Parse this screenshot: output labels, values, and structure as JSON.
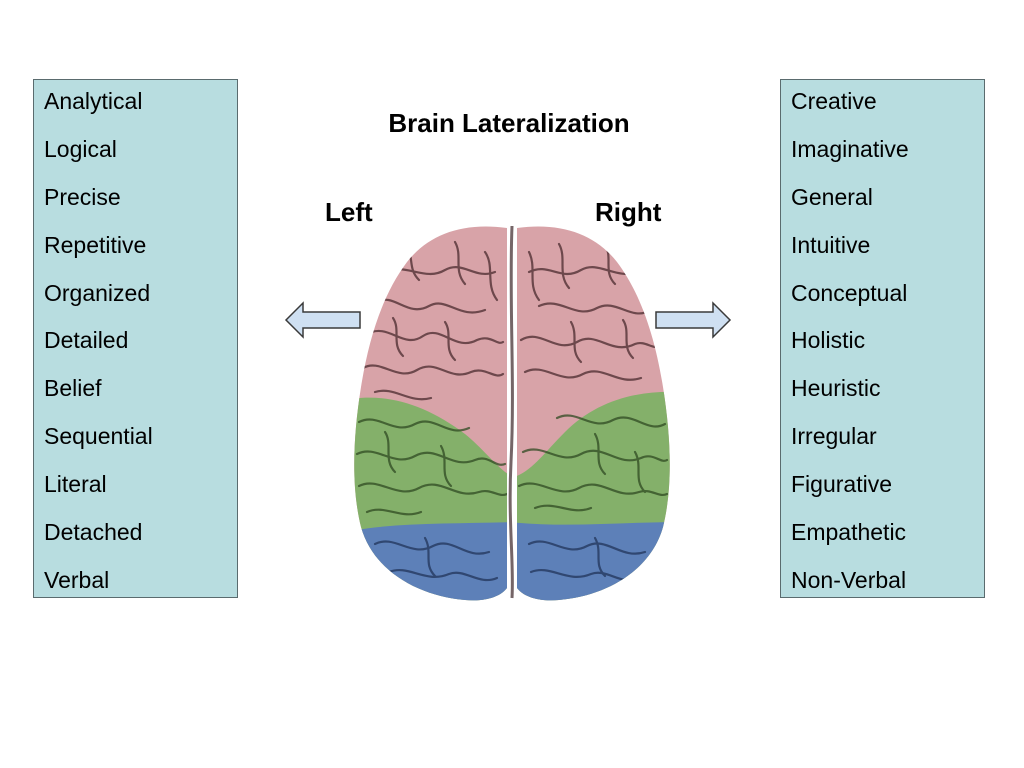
{
  "title": "Brain Lateralization",
  "left": {
    "label": "Left",
    "traits": [
      "Analytical",
      "Logical",
      "Precise",
      "Repetitive",
      "Organized",
      "Detailed",
      "Belief",
      "Sequential",
      "Literal",
      "Detached",
      "Verbal"
    ]
  },
  "right": {
    "label": "Right",
    "traits": [
      "Creative",
      "Imaginative",
      "General",
      "Intuitive",
      "Conceptual",
      "Holistic",
      "Heuristic",
      "Irregular",
      "Figurative",
      "Empathetic",
      "Non-Verbal"
    ]
  },
  "colors": {
    "panel_bg": "#b8dde0",
    "frontal": "#d8a3a8",
    "parietal": "#84b06a",
    "occipital": "#5d80b8",
    "arrow_fill": "#cfe0f2"
  },
  "icons": {
    "left_arrow": "arrow-left-icon",
    "right_arrow": "arrow-right-icon"
  }
}
